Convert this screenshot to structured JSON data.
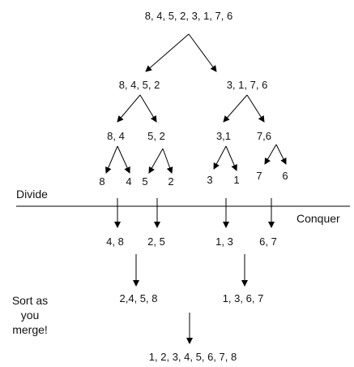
{
  "diagram": {
    "nodes": {
      "root": "8, 4, 5, 2, 3, 1, 7, 6",
      "left_half": "8, 4, 5, 2",
      "right_half": "3, 1, 7, 6",
      "pair_84": "8, 4",
      "pair_52": "5, 2",
      "pair_31": "3,1",
      "pair_76": "7,6",
      "leaf_8": "8",
      "leaf_4": "4",
      "leaf_5": "5",
      "leaf_2": "2",
      "leaf_3": "3",
      "leaf_1": "1",
      "leaf_7": "7",
      "leaf_6": "6",
      "merged_48": "4, 8",
      "merged_25": "2, 5",
      "merged_13": "1, 3",
      "merged_67": "6, 7",
      "merged_2458": "2,4, 5, 8",
      "merged_1367": "1, 3, 6, 7",
      "final": "1, 2, 3, 4, 5, 6, 7, 8"
    },
    "labels": {
      "divide": "Divide",
      "conquer": "Conquer",
      "sort_line1": "Sort as",
      "sort_line2": "you",
      "sort_line3": "merge!"
    },
    "colors": {
      "line": "#000000",
      "text": "#111111",
      "background": "#ffffff"
    }
  }
}
